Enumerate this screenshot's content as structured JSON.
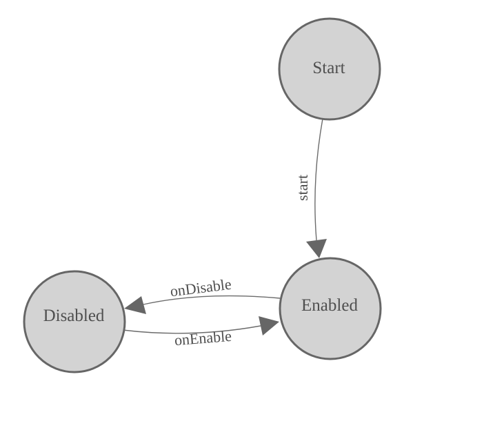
{
  "diagram": {
    "kind": "state-machine",
    "nodes": [
      {
        "id": "start",
        "label": "Start"
      },
      {
        "id": "enabled",
        "label": "Enabled"
      },
      {
        "id": "disabled",
        "label": "Disabled"
      }
    ],
    "edges": [
      {
        "from": "Start",
        "to": "Enabled",
        "label": "start"
      },
      {
        "from": "Enabled",
        "to": "Disabled",
        "label": "onDisable"
      },
      {
        "from": "Disabled",
        "to": "Enabled",
        "label": "onEnable"
      }
    ]
  },
  "colors": {
    "background": "#ffffff",
    "node_fill": "#d3d3d3",
    "node_stroke": "#666666",
    "edge_stroke": "#6b6b6b",
    "arrow_fill": "#666666",
    "label_text": "#4f4f4f"
  }
}
